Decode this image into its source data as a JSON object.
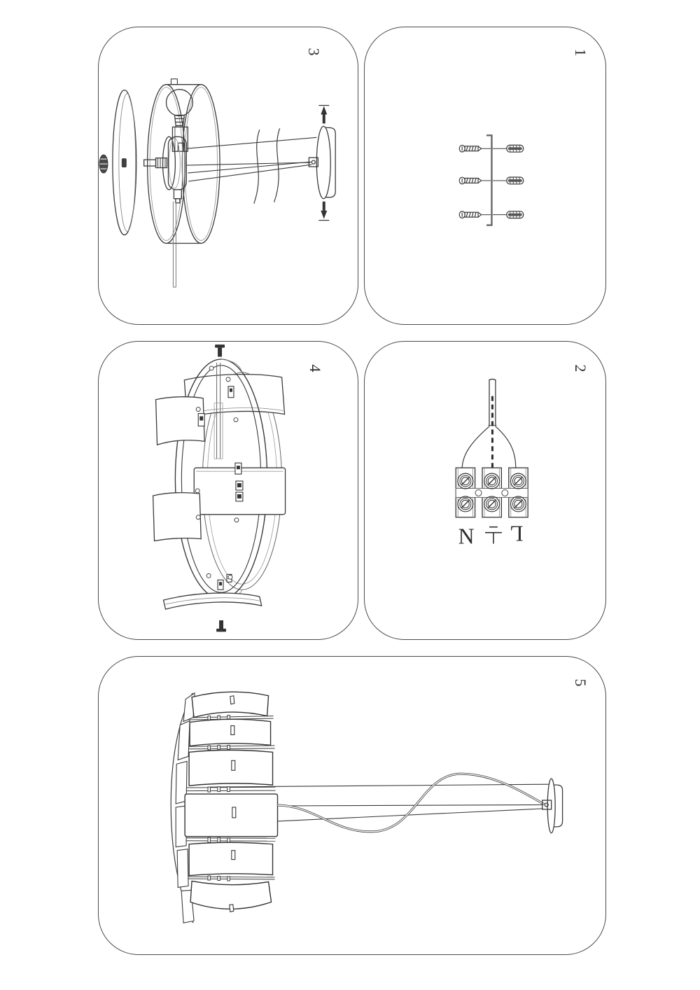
{
  "page": {
    "background": "#ffffff",
    "ink": "#3a3a3a"
  },
  "steps": {
    "step1": {
      "number": "1"
    },
    "step2": {
      "number": "2",
      "terminals": {
        "neutral": "N",
        "earth_icon": "⏚",
        "live": "L"
      }
    },
    "step3": {
      "number": "3"
    },
    "step4": {
      "number": "4"
    },
    "step5": {
      "number": "5"
    }
  }
}
